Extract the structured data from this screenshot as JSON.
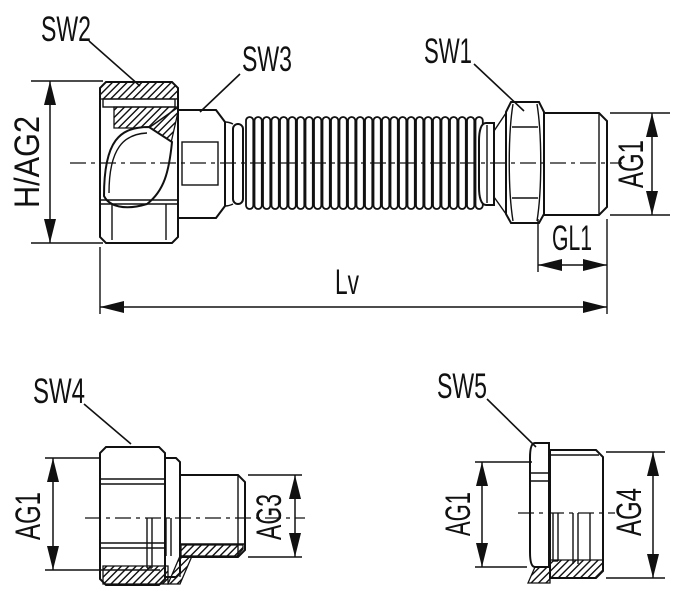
{
  "main_view": {
    "part_labels": {
      "sw2": "SW2",
      "sw3": "SW3",
      "sw1": "SW1"
    },
    "dimensions": {
      "height": "H/AG2",
      "outlet_thread": "AG1",
      "thread_length": "GL1",
      "overall_length": "Lv"
    }
  },
  "adapter_view": {
    "part_labels": {
      "sw4": "SW4"
    },
    "dimensions": {
      "inlet_thread": "AG1",
      "outlet_thread": "AG3"
    }
  },
  "reducer_view": {
    "part_labels": {
      "sw5": "SW5"
    },
    "dimensions": {
      "inlet_thread": "AG1",
      "outlet_thread": "AG4"
    }
  },
  "colors": {
    "line": "#111111",
    "background": "#ffffff"
  }
}
